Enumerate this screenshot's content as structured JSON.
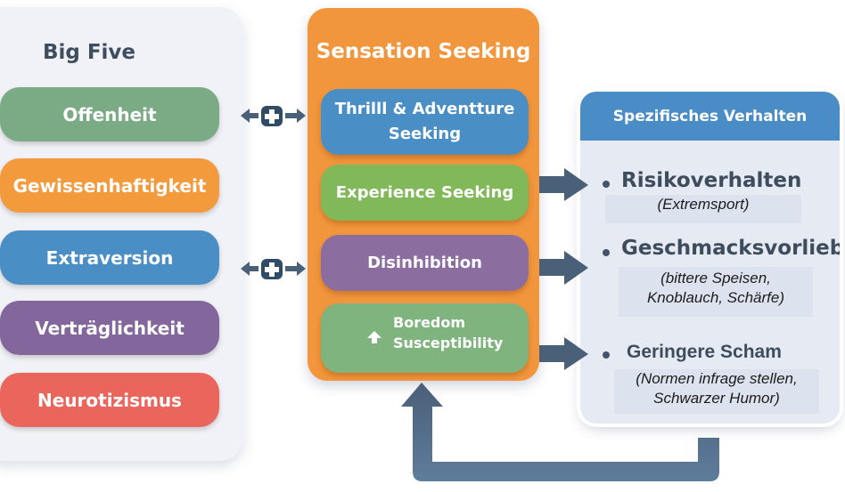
{
  "big_five": {
    "title": "Big Five",
    "traits": [
      {
        "label": "Offenheit",
        "color": "#7aab85"
      },
      {
        "label": "Gewissenhaftigkeit",
        "color": "#f39a3c"
      },
      {
        "label": "Extraversion",
        "color": "#4a8ec6"
      },
      {
        "label": "Verträglichkeit",
        "color": "#83679c"
      },
      {
        "label": "Neurotizismus",
        "color": "#ea665c"
      }
    ]
  },
  "sensation_seeking": {
    "title": "Sensation Seeking",
    "color": "#f1963c",
    "subscales": [
      {
        "label_line1": "Thrilll & Adventture",
        "label_line2": "Seeking",
        "color": "#4a8ec6"
      },
      {
        "label_line1": "Experience Seeking",
        "color": "#80b85a"
      },
      {
        "label_line1": "Disinhibition",
        "color": "#8b6da0"
      },
      {
        "label_line1": "Boredom",
        "label_line2": "Susceptibility",
        "color": "#7fb47f",
        "icon": "arrow-up-icon"
      }
    ]
  },
  "behavior": {
    "title": "Spezifisches Verhalten",
    "header_color": "#4a8dc6",
    "items": [
      {
        "title": "Risikoverhalten",
        "desc_line1": "(Extremsport)"
      },
      {
        "title": "Geschmacksvorlieben",
        "desc_line1": "(bittere Speisen,",
        "desc_line2": "Knoblauch, Schärfe)"
      },
      {
        "title": "Geringere Scham",
        "desc_line1": "(Normen infrage stellen,",
        "desc_line2": "Schwarzer Humor)"
      }
    ]
  },
  "connectors": {
    "color": "#4a5f78",
    "bidirectional": [
      {
        "from": "Offenheit",
        "to": "Thrilll & Adventture Seeking",
        "icon": "plus-icon"
      },
      {
        "from": "Extraversion",
        "to": "Disinhibition",
        "icon": "plus-icon"
      }
    ],
    "feedback_loop": {
      "from": "Spezifisches Verhalten",
      "to": "Sensation Seeking"
    }
  }
}
